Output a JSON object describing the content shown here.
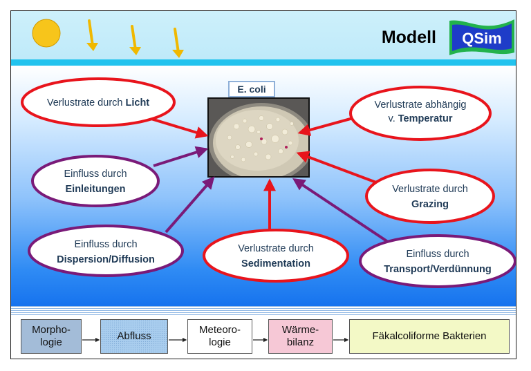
{
  "header": {
    "title": "Modell",
    "logo_text": "QSim"
  },
  "center": {
    "label": "E. coli"
  },
  "nodes": {
    "licht": {
      "line1": "Verlustrate durch ",
      "line1_bold": "Licht"
    },
    "temperatur": {
      "line1": "Verlustrate abhängig",
      "line2": "v. ",
      "line2_bold": "Temperatur"
    },
    "einleitungen": {
      "line1": "Einfluss durch",
      "line2_bold": "Einleitungen"
    },
    "grazing": {
      "line1": "Verlustrate durch",
      "line2_bold": "Grazing"
    },
    "dispersion": {
      "line1": "Einfluss durch",
      "line2_bold": "Dispersion/Diffusion"
    },
    "sedimentation": {
      "line1": "Verlustrate durch",
      "line2_bold": "Sedimentation"
    },
    "transport": {
      "line1": "Einfluss durch",
      "line2_bold": "Transport/Verdünnung"
    }
  },
  "pipeline": [
    {
      "line1": "Morpho-",
      "line2": "logie"
    },
    {
      "line1": "Abfluss",
      "line2": ""
    },
    {
      "line1": "Meteoro-",
      "line2": "logie"
    },
    {
      "line1": "Wärme-",
      "line2": "bilanz"
    },
    {
      "line1": "Fäkalcoliforme Bakterien",
      "line2": ""
    }
  ],
  "colors": {
    "loss_ellipse": "#e8141c",
    "influence_ellipse": "#7a1a78",
    "header_band": "#22c3ee",
    "sun": "#f7c51b",
    "sun_ray": "#f0b800",
    "logo_blue": "#1e3cc8",
    "logo_green": "#22b24c"
  }
}
